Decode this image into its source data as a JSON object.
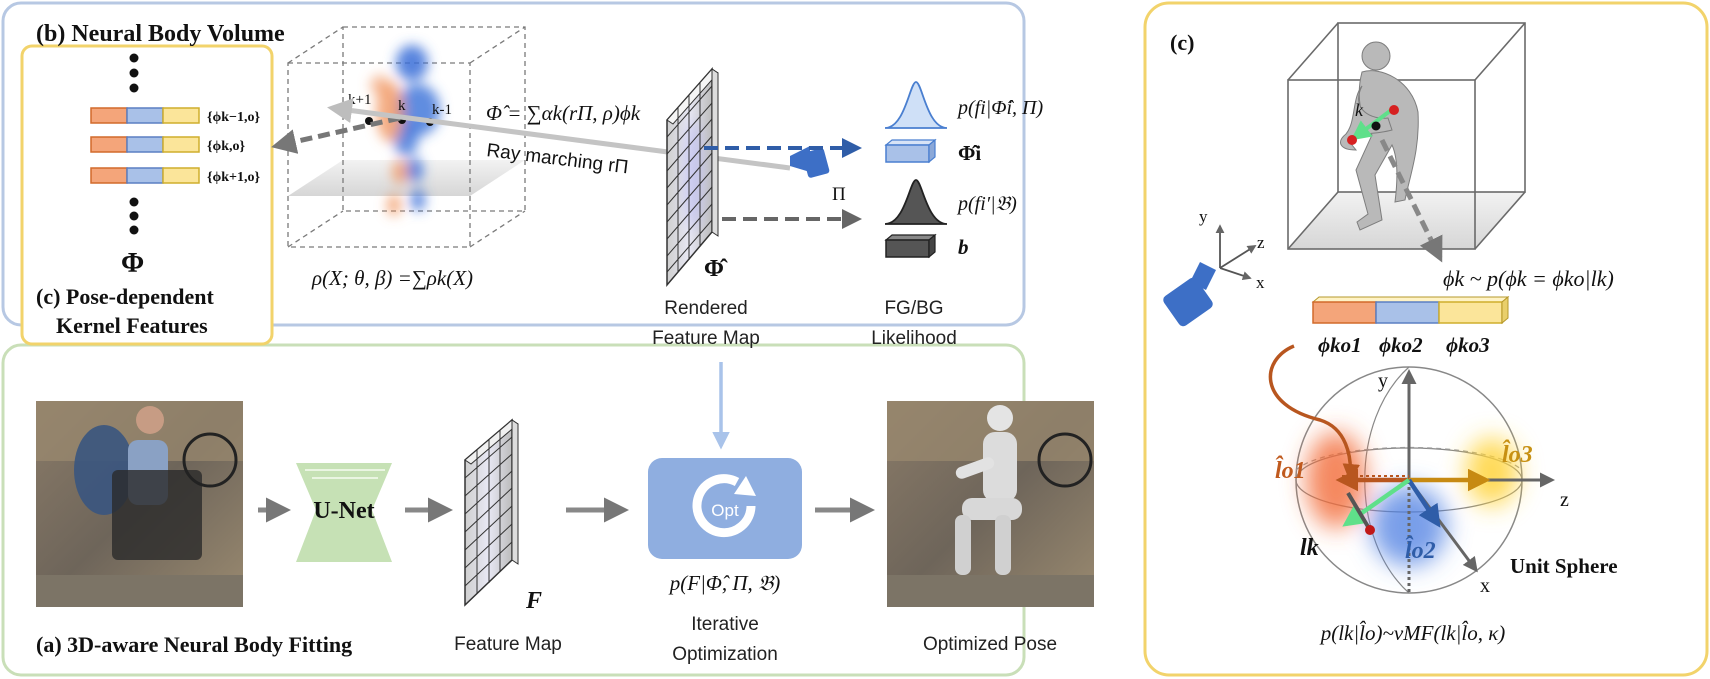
{
  "panel_b": {
    "title": "(b) Neural Body Volume",
    "density_eq": "ρ(X; θ, β) =∑ρk(X)",
    "joint_k_plus": "k+1",
    "joint_k": "k",
    "joint_k_minus": "k-1",
    "feature_eq": "Φ̂ = ∑αk(rΠ, ρ)ϕk",
    "ray_label": "Ray marching rΠ",
    "camera_label": "Π"
  },
  "panel_c_kernel": {
    "title_line1": "(c) Pose-dependent",
    "title_line2": "Kernel Features",
    "feat_1": "{ϕk−1,o}",
    "feat_2": "{ϕk,o}",
    "feat_3": "{ϕk+1,o}",
    "phi_symbol": "Φ"
  },
  "render": {
    "phi_hat": "Φ̂",
    "label_line1": "Rendered",
    "label_line2": "Feature Map"
  },
  "likelihood": {
    "fg_eq": "p(fi|Φ̂i, Π)",
    "fg_feature": "Φ̂i",
    "bg_eq": "p(fi′|𝔅)",
    "bg_feature": "b",
    "label_line1": "FG/BG",
    "label_line2": "Likelihood"
  },
  "panel_a": {
    "title": "(a) 3D-aware Neural Body Fitting",
    "unet_label": "U-Net",
    "feature_symbol": "F",
    "feature_label": "Feature Map",
    "opt_label": "Opt",
    "opt_eq": "p(F|Φ̂, Π, 𝔅)",
    "iter_line1": "Iterative",
    "iter_line2": "Optimization",
    "result_label": "Optimized Pose"
  },
  "panel_c": {
    "title": "(c)",
    "joint_label": "k",
    "axis_y": "y",
    "axis_z": "z",
    "axis_x": "x",
    "phi_prob": "ϕk ~ p(ϕk = ϕko|lk)",
    "ko1": "ϕko1",
    "ko2": "ϕko2",
    "ko3": "ϕko3",
    "sphere_y": "y",
    "sphere_z": "z",
    "sphere_x": "x",
    "l_o1": "l̂o1",
    "l_o2": "l̂o2",
    "l_o3": "l̂o3",
    "l_k": "lk",
    "sphere_label": "Unit Sphere",
    "vmf_eq": "p(lk|l̂o)~vMF(lk|l̂o, κ)"
  },
  "colors": {
    "orange": "#f4a57a",
    "blue": "#a9c1e8",
    "yellow": "#fbe59a",
    "panel_b_border": "#b7c8e3",
    "panel_a_border": "#c9dfb8",
    "highlight_border": "#f2d36b",
    "unet_fill": "#c6e1b5",
    "opt_fill": "#8faee0"
  }
}
